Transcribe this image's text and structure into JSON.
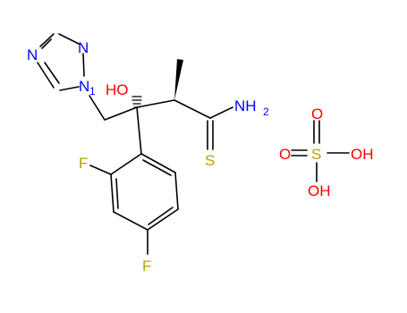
{
  "colors": {
    "bond": "#000000",
    "nitrogen": "#0000ff",
    "oxygen": "#ff0000",
    "sulfur": "#b8a000",
    "fluorine": "#b8a000",
    "background": "#ffffff"
  },
  "atoms": {
    "triazole_n4": "N",
    "triazole_n2": "N",
    "triazole_n1": "N",
    "n1_locant": "1",
    "hydroxyl": "HO",
    "amide_n": "NH",
    "amide_n_subscript": "2",
    "thioamide_s": "S",
    "f_ortho": "F",
    "f_para": "F",
    "sulfate_o_top": "O",
    "sulfate_o_left": "O",
    "sulfate_s": "S",
    "sulfate_oh_right": "OH",
    "sulfate_oh_bottom": "OH"
  }
}
